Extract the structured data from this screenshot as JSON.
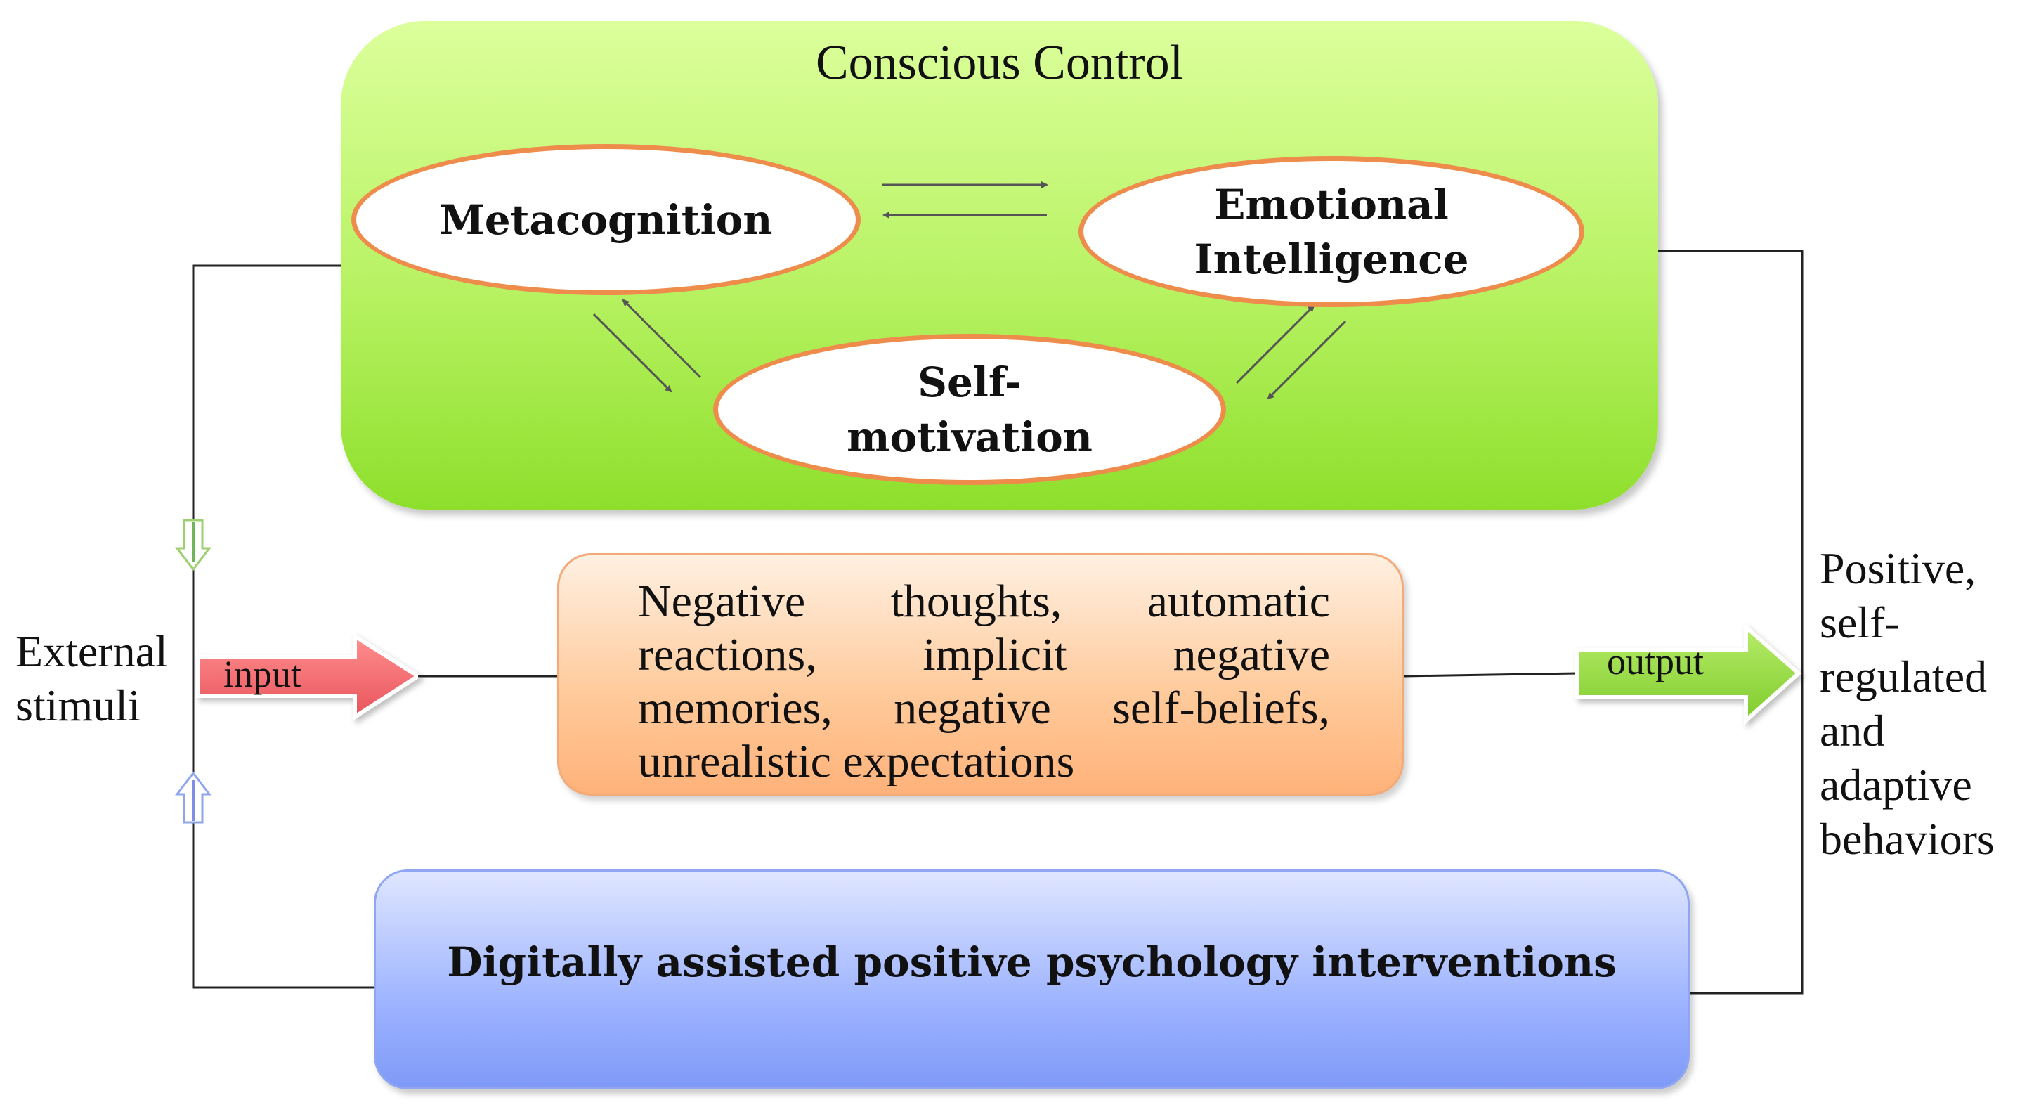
{
  "conscious_control": {
    "title": "Conscious Control",
    "nodes": {
      "metacognition": "Metacognition",
      "emotional_intelligence": [
        "Emotional",
        "Intelligence"
      ],
      "self_motivation": [
        "Self-",
        "motivation"
      ]
    }
  },
  "negative_box": {
    "lines": [
      "Negative thoughts, automatic",
      "reactions, implicit negative",
      "memories, negative self-beliefs,",
      "unrealistic expectations"
    ]
  },
  "intervention": {
    "label": "Digitally assisted positive psychology interventions"
  },
  "external_stimuli": [
    "External",
    "stimuli"
  ],
  "input_label": "input",
  "output_label": "output",
  "outcome": [
    "Positive,",
    "self-",
    "regulated",
    "and",
    "adaptive",
    "behaviors"
  ],
  "colors": {
    "conscious_box": "#b7f262",
    "ellipse_border": "#ee8c4c",
    "negative_box": "#ffc999",
    "intervention_box": "#9eb4ff",
    "input_arrow": "#f0646a",
    "output_arrow": "#8fd43c"
  }
}
